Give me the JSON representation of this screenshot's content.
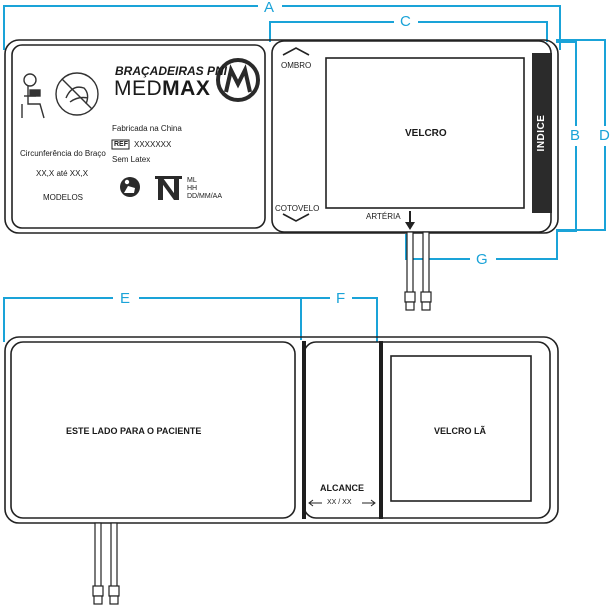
{
  "dimension_labels": {
    "a": "A",
    "b": "B",
    "c": "C",
    "d": "D",
    "e": "E",
    "f": "F",
    "g": "G"
  },
  "brand": {
    "line1": "BRAÇADEIRAS PNI",
    "line2_light": "MED",
    "line2_bold": "MAX"
  },
  "top_cuff": {
    "circumference_label": "Circunferência do Braço",
    "range": "XX,X até XX,X",
    "models_label": "MODELOS",
    "made_in": "Fabricada na China",
    "ref_badge": "REF",
    "ref_value": "XXXXXXX",
    "latex": "Sem Latex",
    "lot_codes": [
      "ML",
      "HH",
      "DD/MM/AA"
    ],
    "ombro": "OMBRO",
    "cotovelo": "COTOVELO",
    "velcro": "VELCRO",
    "arteria": "ARTÉRIA",
    "indice": "INDICE"
  },
  "bottom_cuff": {
    "patient_side": "ESTE LADO PARA O PACIENTE",
    "alcance": "ALCANCE",
    "alcance_range": "XX / XX",
    "velcro_la": "VELCRO LÃ"
  },
  "colors": {
    "dimension": "#1aa3d8",
    "outline": "#222222",
    "dark_bar": "#2b2b2b"
  },
  "icons": [
    "patient-seated-icon",
    "no-latex-icon",
    "medmax-logo-icon",
    "instructions-icon",
    "inmetro-icon",
    "arrow-down-icon"
  ]
}
